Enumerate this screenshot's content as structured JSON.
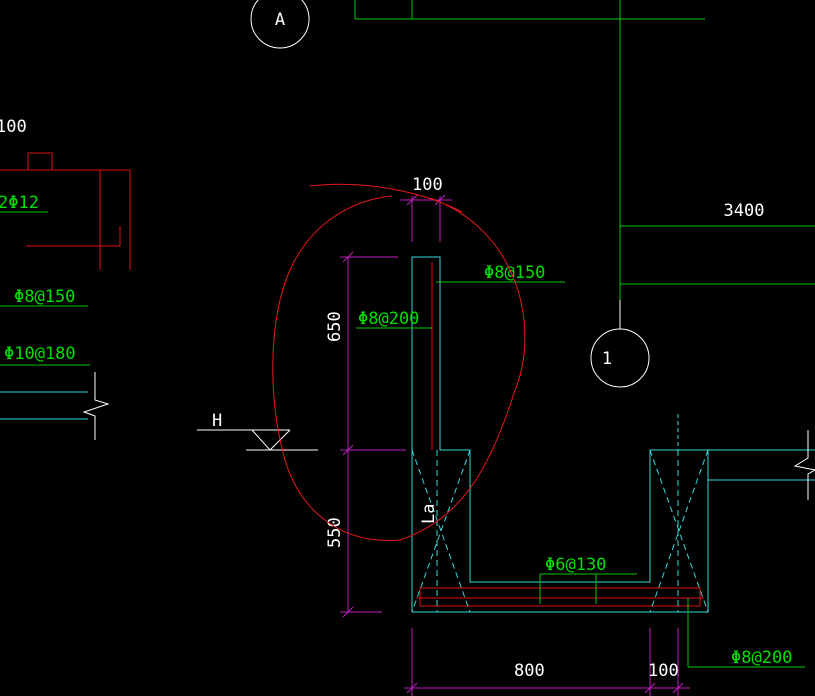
{
  "drawing": {
    "grid_axes": [
      {
        "id": "A",
        "label": "A"
      },
      {
        "id": "1",
        "label": "1"
      }
    ],
    "dimensions": {
      "top_thickness": "100",
      "left_partial": "100",
      "span_right": "3400",
      "wall_height_upper": "650",
      "wall_height_lower": "550",
      "base_width": "800",
      "base_thickness_right": "100"
    },
    "rebar_labels": {
      "left_top": "2Φ12",
      "left_mid": "Φ8@150",
      "left_low": "Φ10@180",
      "wall_horizontal": "Φ8@150",
      "wall_vertical": "Φ8@200",
      "base_distribution": "Φ6@130",
      "base_bottom": "Φ8@200"
    },
    "level_mark": "H",
    "anchorage_label": "La"
  },
  "colors": {
    "background": "#000000",
    "annotation_green": "#00e000",
    "outline_cyan": "#3ad7d7",
    "dimension_magenta": "#c01ec0",
    "rebar_red": "#e01010",
    "markup_red": "#e8181c",
    "text_white": "#ffffff"
  }
}
